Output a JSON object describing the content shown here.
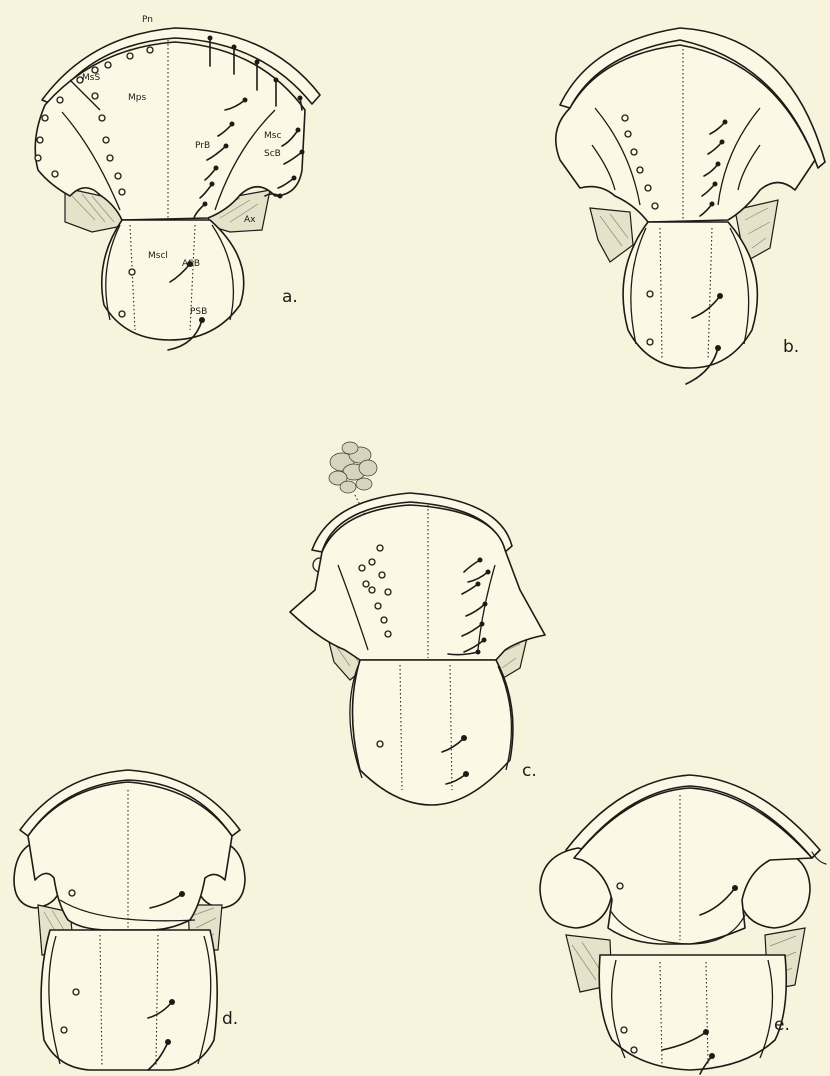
{
  "figure": {
    "panels": [
      {
        "id": "a",
        "caption": "a."
      },
      {
        "id": "b",
        "caption": "b."
      },
      {
        "id": "c",
        "caption": "c."
      },
      {
        "id": "d",
        "caption": "d."
      },
      {
        "id": "e",
        "caption": "e."
      }
    ],
    "annotations": {
      "pronotum": "Pn",
      "mesoscutum_suture": "MsS",
      "mesoprescutum": "Mps",
      "prescutal_bristles": "PrB",
      "mesoscutum": "Msc",
      "scutal_bristles": "ScB",
      "axillary": "Ax",
      "mesoscutellum": "Mscl",
      "anterior_scutellar_bristle": "ASB",
      "posterior_scutellar_bristle": "PSB"
    },
    "colors": {
      "paper": "#f7f3dd",
      "ink": "#1d1b16",
      "shading": "#e6e2ca"
    }
  }
}
